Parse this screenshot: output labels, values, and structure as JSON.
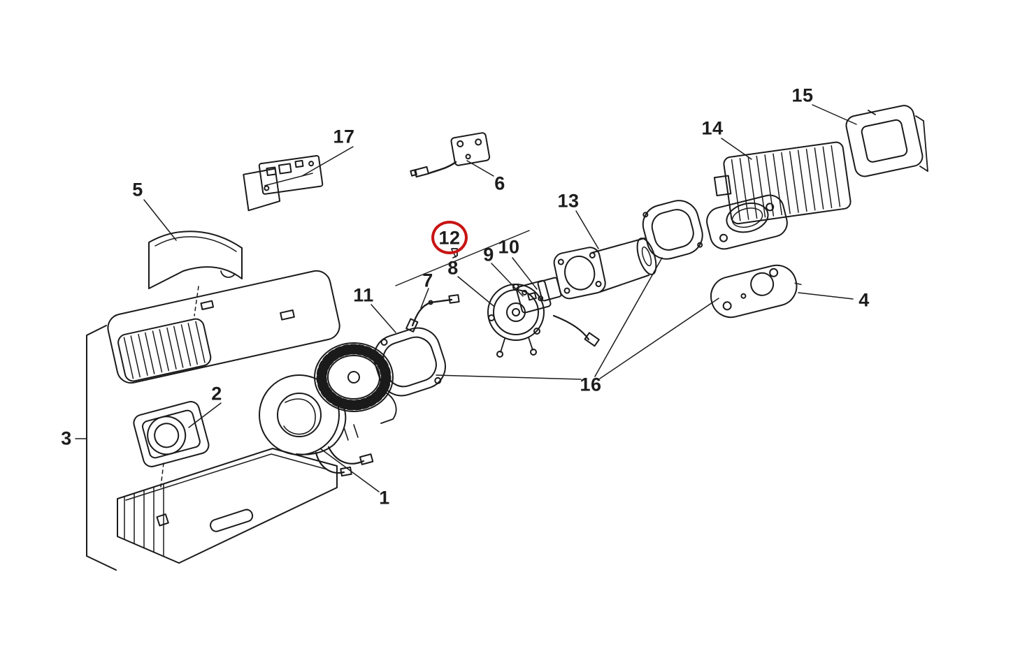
{
  "diagram": {
    "description": "Exploded parts diagram of a heater blower assembly with numbered callouts",
    "background_color": "#ffffff",
    "line_color": "#1a1a1a",
    "label_color": "#1c1c1c",
    "highlight": {
      "label": "12",
      "color": "#c81414",
      "shape": "circle"
    },
    "labels": [
      {
        "text": "1"
      },
      {
        "text": "2"
      },
      {
        "text": "3"
      },
      {
        "text": "4"
      },
      {
        "text": "5"
      },
      {
        "text": "6"
      },
      {
        "text": "7"
      },
      {
        "text": "8"
      },
      {
        "text": "9"
      },
      {
        "text": "10"
      },
      {
        "text": "11"
      },
      {
        "text": "12"
      },
      {
        "text": "13"
      },
      {
        "text": "14"
      },
      {
        "text": "15"
      },
      {
        "text": "16"
      },
      {
        "text": "17"
      }
    ]
  }
}
